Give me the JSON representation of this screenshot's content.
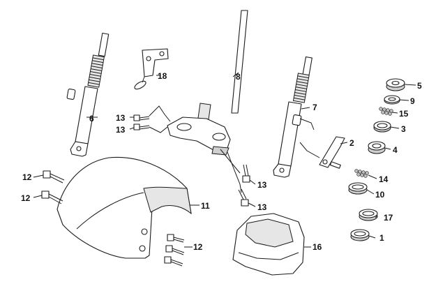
{
  "callouts": [
    {
      "id": "c1",
      "text": "1"
    },
    {
      "id": "c2",
      "text": "2"
    },
    {
      "id": "c3",
      "text": "3"
    },
    {
      "id": "c4",
      "text": "4"
    },
    {
      "id": "c5",
      "text": "5"
    },
    {
      "id": "c6",
      "text": "6"
    },
    {
      "id": "c7",
      "text": "7"
    },
    {
      "id": "c8",
      "text": "8"
    },
    {
      "id": "c9",
      "text": "9"
    },
    {
      "id": "c10",
      "text": "10"
    },
    {
      "id": "c11",
      "text": "11"
    },
    {
      "id": "c12a",
      "text": "12"
    },
    {
      "id": "c12b",
      "text": "12"
    },
    {
      "id": "c12c",
      "text": "12"
    },
    {
      "id": "c13a",
      "text": "13"
    },
    {
      "id": "c13b",
      "text": "13"
    },
    {
      "id": "c13c",
      "text": "13"
    },
    {
      "id": "c13d",
      "text": "13"
    },
    {
      "id": "c14",
      "text": "14"
    },
    {
      "id": "c15",
      "text": "15"
    },
    {
      "id": "c16",
      "text": "16"
    },
    {
      "id": "c17",
      "text": "17"
    },
    {
      "id": "c18",
      "text": "18"
    }
  ]
}
